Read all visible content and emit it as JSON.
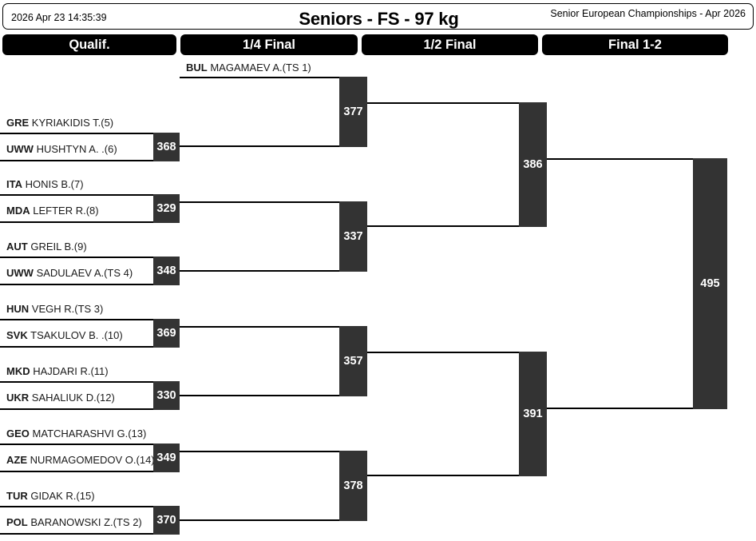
{
  "header": {
    "datetime": "2026 Apr 23 14:35:39",
    "title": "Seniors - FS - 97 kg",
    "event": "Senior European Championships - Apr 2026"
  },
  "rounds": [
    {
      "label": "Qualif."
    },
    {
      "label": "1/4 Final"
    },
    {
      "label": "1/2 Final"
    },
    {
      "label": "Final 1-2"
    }
  ],
  "qualification": [
    {
      "country": "GRE",
      "name": "KYRIAKIDIS T.(5)",
      "opponent_country": "UWW",
      "opponent_name": "HUSHTYN A. .(6)",
      "bout": "368"
    },
    {
      "country": "ITA",
      "name": "HONIS B.(7)",
      "opponent_country": "MDA",
      "opponent_name": "LEFTER R.(8)",
      "bout": "329"
    },
    {
      "country": "AUT",
      "name": "GREIL B.(9)",
      "opponent_country": "UWW",
      "opponent_name": "SADULAEV A.(TS 4)",
      "bout": "348"
    },
    {
      "country": "HUN",
      "name": "VEGH R.(TS 3)",
      "opponent_country": "SVK",
      "opponent_name": "TSAKULOV B. .(10)",
      "bout": "369"
    },
    {
      "country": "MKD",
      "name": "HAJDARI R.(11)",
      "opponent_country": "UKR",
      "opponent_name": "SAHALIUK D.(12)",
      "bout": "330"
    },
    {
      "country": "GEO",
      "name": "MATCHARASHVI G.(13)",
      "opponent_country": "AZE",
      "opponent_name": "NURMAGOMEDOV O.(14)",
      "bout": "349"
    },
    {
      "country": "TUR",
      "name": "GIDAK R.(15)",
      "opponent_country": "POL",
      "opponent_name": "BARANOWSKI Z.(TS 2)",
      "bout": "370"
    }
  ],
  "quarterfinals": [
    {
      "bout": "377",
      "seed_country": "BUL",
      "seed_name": "MAGAMAEV A.(TS 1)"
    },
    {
      "bout": "337",
      "seed_country": "",
      "seed_name": ""
    },
    {
      "bout": "357",
      "seed_country": "",
      "seed_name": ""
    },
    {
      "bout": "378",
      "seed_country": "",
      "seed_name": ""
    }
  ],
  "semifinals": [
    {
      "bout": "386"
    },
    {
      "bout": "391"
    }
  ],
  "final": {
    "bout": "495"
  },
  "colors": {
    "tab_bg": "#000000",
    "bout_bg": "#333333",
    "line": "#000000",
    "text": "#1a1a1a",
    "page_bg": "#ffffff"
  }
}
